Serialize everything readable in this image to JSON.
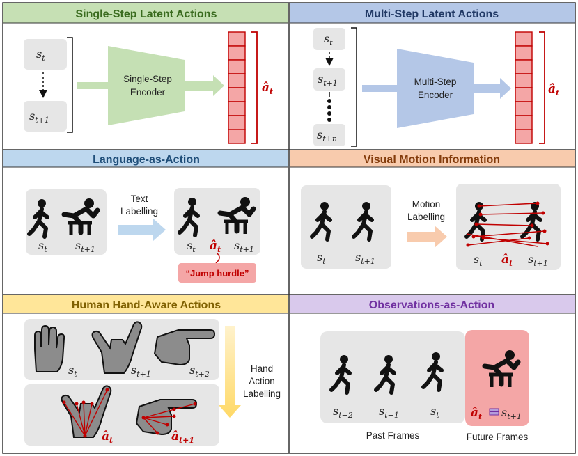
{
  "panels": {
    "single_step": {
      "title": "Single-Step Latent Actions",
      "encoder": [
        "Single-Step",
        "Encoder"
      ],
      "inputs": [
        {
          "base": "s",
          "sub": "t"
        },
        {
          "base": "s",
          "sub": "t+1"
        }
      ],
      "output": {
        "base": "â",
        "sub": "t"
      }
    },
    "multi_step": {
      "title": "Multi-Step Latent Actions",
      "encoder": [
        "Multi-Step",
        "Encoder"
      ],
      "inputs": [
        {
          "base": "s",
          "sub": "t"
        },
        {
          "base": "s",
          "sub": "t+1"
        },
        {
          "base": "s",
          "sub": "t+n"
        }
      ],
      "output": {
        "base": "â",
        "sub": "t"
      }
    },
    "language": {
      "title": "Language-as-Action",
      "arrow_label": [
        "Text",
        "Labelling"
      ],
      "frames": [
        {
          "base": "s",
          "sub": "t"
        },
        {
          "base": "s",
          "sub": "t+1"
        }
      ],
      "action": {
        "base": "â",
        "sub": "t"
      },
      "caption": "“Jump hurdle”"
    },
    "visual_motion": {
      "title": "Visual Motion Information",
      "arrow_label": [
        "Motion",
        "Labelling"
      ],
      "frames": [
        {
          "base": "s",
          "sub": "t"
        },
        {
          "base": "s",
          "sub": "t+1"
        }
      ],
      "action": {
        "base": "â",
        "sub": "t"
      }
    },
    "hand": {
      "title": "Human Hand-Aware Actions",
      "arrow_label": [
        "Hand",
        "Action",
        "Labelling"
      ],
      "frames": [
        {
          "base": "s",
          "sub": "t"
        },
        {
          "base": "s",
          "sub": "t+1"
        },
        {
          "base": "s",
          "sub": "t+2"
        }
      ],
      "actions": [
        {
          "base": "â",
          "sub": "t"
        },
        {
          "base": "â",
          "sub": "t+1"
        }
      ]
    },
    "observations": {
      "title": "Observations-as-Action",
      "frames": [
        {
          "base": "s",
          "sub": "t−2"
        },
        {
          "base": "s",
          "sub": "t−1"
        },
        {
          "base": "s",
          "sub": "t"
        }
      ],
      "future": {
        "action": {
          "base": "â",
          "sub": "t"
        },
        "frame": {
          "base": "s",
          "sub": "t+1"
        }
      },
      "past_label": "Past Frames",
      "future_label": "Future Frames"
    }
  },
  "colors": {
    "green_header": "#c6e0b4",
    "green_title": "#3a6b1f",
    "blue_header": "#b4c7e7",
    "blue_title": "#203864",
    "lang_header": "#bdd7ee",
    "lang_title": "#1f4e79",
    "orange_header": "#f8cbad",
    "orange_title": "#843c0c",
    "yellow_header": "#ffe699",
    "yellow_title": "#7f6000",
    "purple_header": "#d9c9ec",
    "purple_title": "#7030a0",
    "action_red": "#c00000",
    "token_fill": "#f4a6a6",
    "encoder_green": "#c5e0b4",
    "encoder_blue": "#b4c7e7"
  }
}
